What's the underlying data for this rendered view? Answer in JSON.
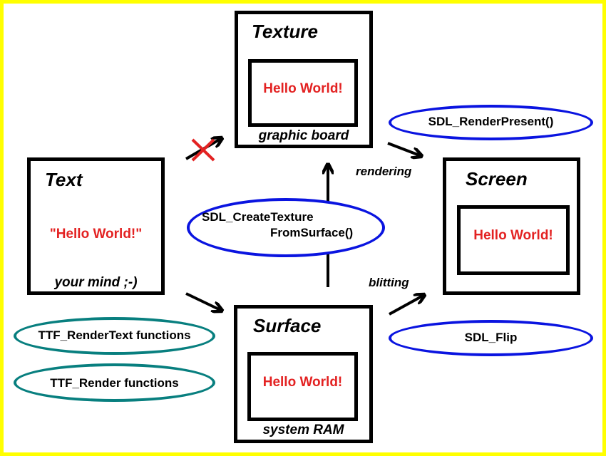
{
  "colors": {
    "frame": "#ffff00",
    "accent_red": "#e32222",
    "ttf_ellipse": "#087f7f",
    "sdl_ellipse": "#0a14e0",
    "lines": "#000000"
  },
  "texture": {
    "title": "Texture",
    "content": "Hello World!",
    "caption": "graphic board"
  },
  "text_box": {
    "title": "Text",
    "content": "\"Hello World!\"",
    "caption": "your mind ;-)"
  },
  "screen": {
    "title": "Screen",
    "content": "Hello World!"
  },
  "surface": {
    "title": "Surface",
    "content": "Hello World!",
    "caption": "system RAM"
  },
  "functions": {
    "render_present": "SDL_RenderPresent()",
    "create_texture_line1": "SDL_CreateTexture",
    "create_texture_line2": "FromSurface()",
    "flip": "SDL_Flip",
    "ttf_render_text": "TTF_RenderText functions",
    "ttf_render": "TTF_Render functions"
  },
  "labels": {
    "rendering": "rendering",
    "blitting": "blitting"
  },
  "icons": {
    "crossed_arrow": "red-x-icon"
  }
}
